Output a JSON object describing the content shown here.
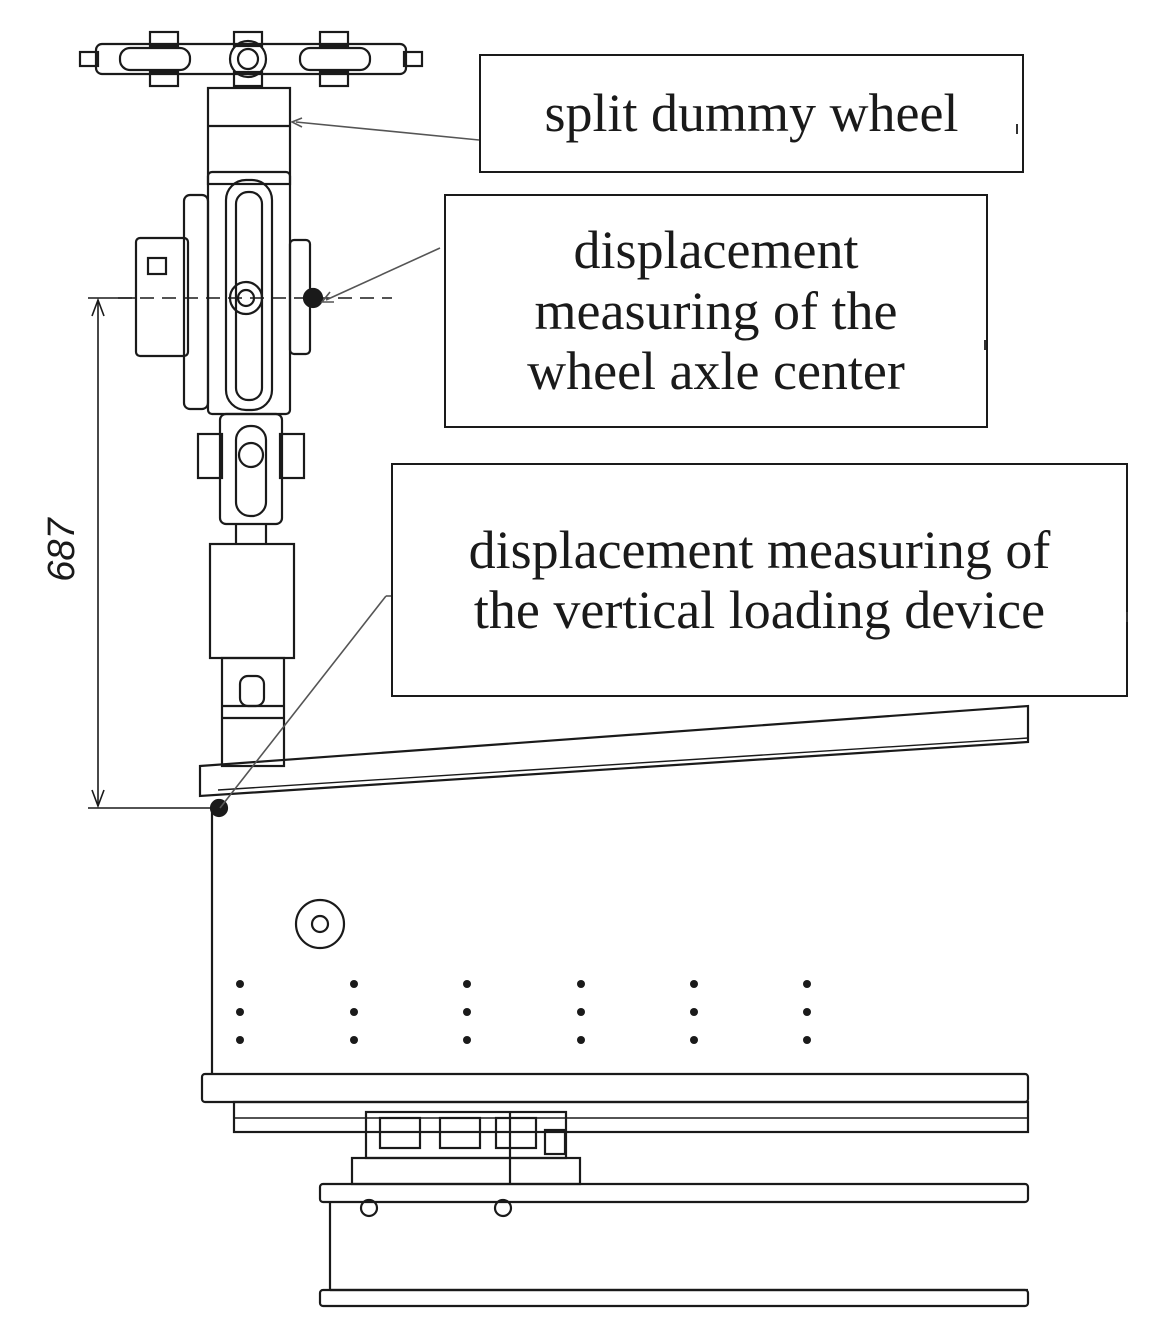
{
  "labels": {
    "split_dummy_wheel": "split dummy wheel",
    "axle_center": [
      "displacement",
      "measuring of the",
      "wheel axle center"
    ],
    "vertical_loading": [
      "displacement measuring of",
      "the vertical loading device"
    ]
  },
  "dimension": {
    "value": "687"
  },
  "colors": {
    "line": "#1a1a1a",
    "thin_line": "#555555",
    "background": "#ffffff"
  }
}
